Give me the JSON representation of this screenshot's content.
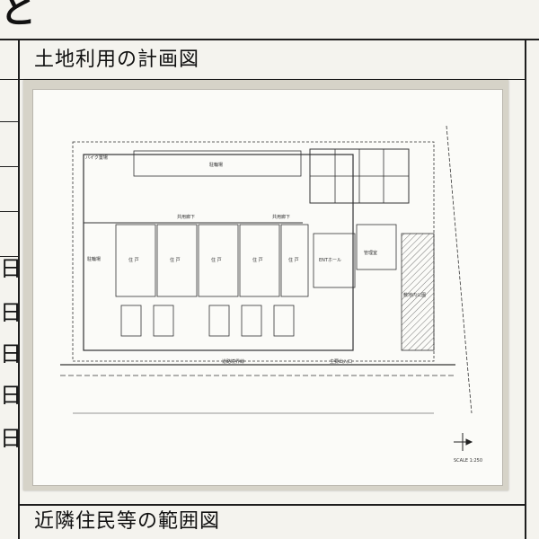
{
  "header": {
    "corner_glyph": "と"
  },
  "sections": {
    "top_title": "土地利用の計画図",
    "bottom_title": "近隣住民等の範囲図"
  },
  "side_glyphs": [
    "日",
    "日",
    "日",
    "日",
    "日"
  ],
  "plan": {
    "bicycle_parking": "バイク置場",
    "parking_top": "駐輪場",
    "parking_left": "駐輪場",
    "corridor_1": "共用廊下",
    "corridor_2": "共用廊下",
    "room_label": "住 戸",
    "entrance": "ENTホール",
    "management": "管理室",
    "park_note": "敷地内公園",
    "road_width": "道路境界線",
    "main_entrance": "主要出入口",
    "scale": "SCALE 1:250"
  }
}
